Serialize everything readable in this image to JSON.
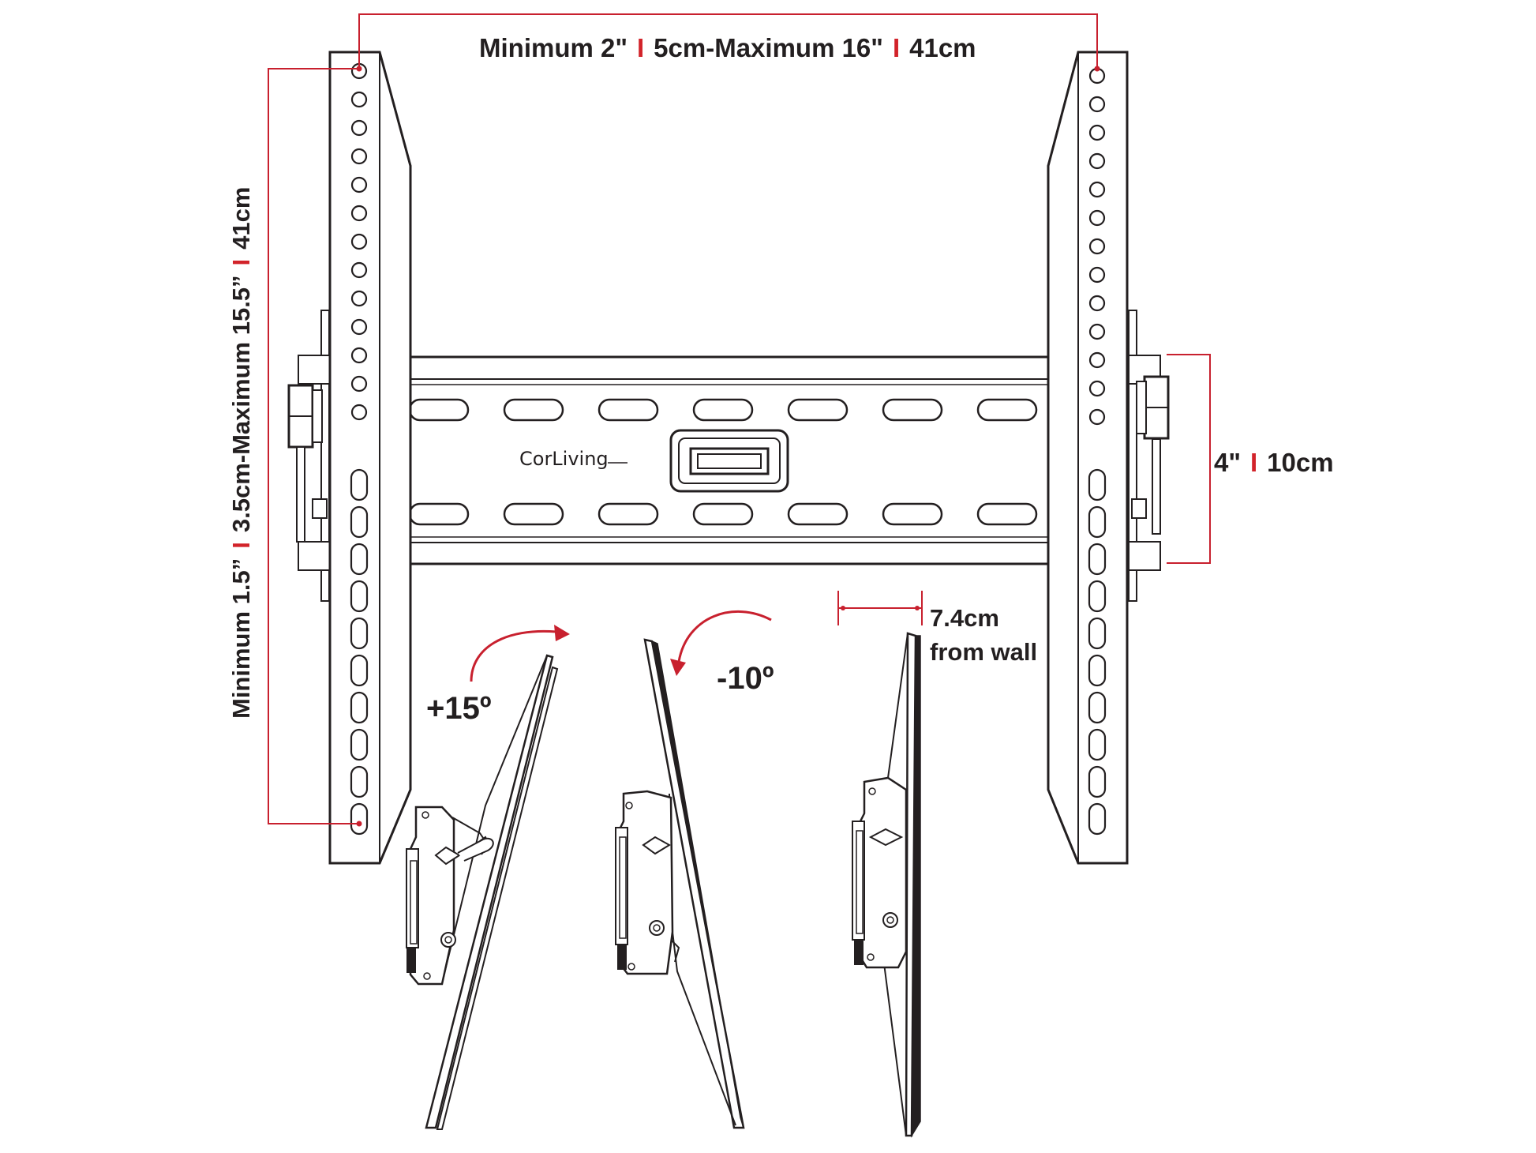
{
  "labels": {
    "horizontal": {
      "part1": "Minimum 2\"",
      "part2": "5cm-Maximum 16\"",
      "part3": "41cm"
    },
    "vertical": {
      "part1": "Minimum 1.5”",
      "part2": "3.5cm-Maximum 15.5”",
      "part3": "41cm"
    },
    "offset": {
      "part1": "4\"",
      "part2": "10cm"
    },
    "tilt_up": "+15º",
    "tilt_down": "-10º",
    "wall_distance_line1": "7.4cm",
    "wall_distance_line2": "from wall",
    "separator": "I"
  },
  "brand": {
    "name": "CorLiving"
  },
  "colors": {
    "dimension_red": "#c8202e",
    "separator_red": "#d2232a",
    "ink": "#231f20"
  }
}
